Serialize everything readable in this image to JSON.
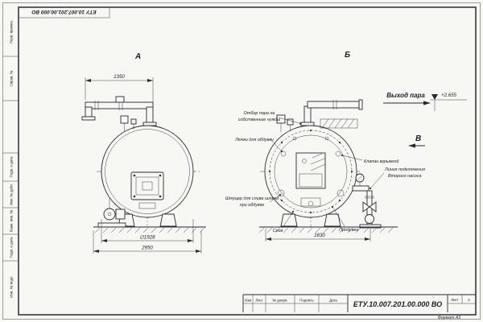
{
  "sheet": {
    "doc_number": "ЕТУ.10.007.201.00.000 ВО",
    "doc_number_top": "ЕТУ 10.007.201.00.000 ВО",
    "format_label": "Формат А3",
    "sheet_word": "Лист",
    "sheet_number": "2",
    "paper_color": "#f7f7f4",
    "line_color": "#2a2a33"
  },
  "title_block": {
    "col_izm": "Изм",
    "col_list": "Лист",
    "col_doc": "№ докум.",
    "col_sign": "Подпись",
    "col_date": "Дата"
  },
  "side_stamps": [
    "Перв. примен.",
    "Справ. №",
    "Подп. и дата",
    "Инв. № дубл.",
    "Взам. инв. №",
    "Подп. и дата",
    "Инв. № подл."
  ],
  "views": {
    "a_label": "А",
    "b_label": "Б",
    "v_label": "В"
  },
  "dimensions": {
    "top_width": "1350",
    "diameter": "∅1928",
    "overall_length": "2950",
    "base_width": "1830",
    "elevation": "+2.655"
  },
  "annotations": {
    "steam_outlet": "Выход пара",
    "own_needs_1": "Отбор пара на",
    "own_needs_2": "собственные нужды",
    "hatches": "Лючки для обдувки",
    "explosion_valve": "Клапан взрывной",
    "pump_line_1": "Линия подключения",
    "pump_line_2": "Второго насоса",
    "sludge_1": "Штуцер для слива шлама",
    "sludge_2": "при обдувке",
    "drain": "Слив",
    "blowdown": "Продувка"
  }
}
